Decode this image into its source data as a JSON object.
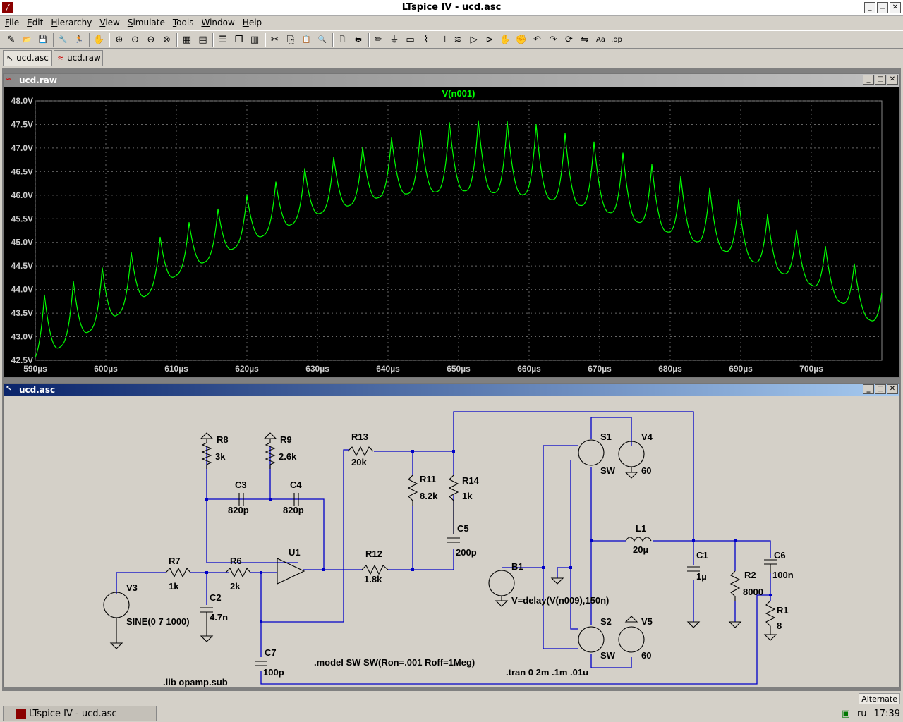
{
  "app": {
    "title": "LTspice IV - ucd.asc"
  },
  "menu": [
    "File",
    "Edit",
    "Hierarchy",
    "View",
    "Simulate",
    "Tools",
    "Window",
    "Help"
  ],
  "toolbar_icons": [
    "new-schematic-icon",
    "open-icon",
    "save-icon",
    "control-panel-icon",
    "run-icon",
    "halt-icon",
    "zoom-in-icon",
    "zoom-to-fit-icon",
    "zoom-out-icon",
    "cancel-zoom-icon",
    "autorange-icon",
    "grid-icon",
    "tile-horizontal-icon",
    "cascade-icon",
    "tile-vertical-icon",
    "cut-icon",
    "copy-icon",
    "paste-icon",
    "find-icon",
    "print-preview-icon",
    "print-icon",
    "wire-icon",
    "ground-icon",
    "label-icon",
    "resistor-icon",
    "capacitor-icon",
    "inductor-icon",
    "diode-icon",
    "component-icon",
    "move-icon",
    "drag-icon",
    "undo-icon",
    "redo-icon",
    "rotate-icon",
    "mirror-icon",
    "text-icon",
    "spice-directive-icon"
  ],
  "tabs": [
    {
      "label": "ucd.asc",
      "active": true
    },
    {
      "label": "ucd.raw",
      "active": false
    }
  ],
  "waveform_window": {
    "title": "ucd.raw",
    "trace_label": "V(n001)",
    "trace_color": "#00ff00",
    "chart_data": {
      "type": "line",
      "title": "V(n001)",
      "x_ticks": [
        "590µs",
        "600µs",
        "610µs",
        "620µs",
        "630µs",
        "640µs",
        "650µs",
        "660µs",
        "670µs",
        "680µs",
        "690µs",
        "700µs"
      ],
      "y_ticks": [
        "48.0V",
        "47.5V",
        "47.0V",
        "46.5V",
        "46.0V",
        "45.5V",
        "45.0V",
        "44.5V",
        "44.0V",
        "43.5V",
        "43.0V",
        "42.5V"
      ],
      "xlim": [
        590,
        710
      ],
      "ylim": [
        42.5,
        48.0
      ],
      "grid": true,
      "series": [
        {
          "name": "V(n001)",
          "ripple_period_us": 4.1,
          "x_us": [
            590,
            600,
            610,
            620,
            630,
            640,
            650,
            660,
            670,
            680,
            690,
            700,
            710
          ],
          "peaks": [
            43.8,
            44.5,
            45.3,
            46.0,
            46.7,
            47.2,
            47.6,
            47.55,
            47.1,
            46.5,
            45.9,
            45.1,
            44.2
          ],
          "troughs": [
            42.5,
            43.3,
            44.3,
            45.0,
            45.6,
            46.0,
            46.1,
            46.0,
            45.7,
            45.2,
            44.7,
            44.1,
            43.2
          ]
        }
      ]
    }
  },
  "schematic_window": {
    "title": "ucd.asc",
    "labels": {
      "R8": "R8",
      "R8v": "3k",
      "R9": "R9",
      "R9v": "2.6k",
      "C3": "C3",
      "C3v": "820p",
      "C4": "C4",
      "C4v": "820p",
      "R13": "R13",
      "R13v": "20k",
      "R11": "R11",
      "R11v": "8.2k",
      "R14": "R14",
      "R14v": "1k",
      "C5": "C5",
      "C5v": "200p",
      "U1": "U1",
      "R7": "R7",
      "R7v": "1k",
      "R6": "R6",
      "R6v": "2k",
      "C2": "C2",
      "C2v": "4.7n",
      "R12": "R12",
      "R12v": "1.8k",
      "V3": "V3",
      "V3v": "SINE(0 7 1000)",
      "C7": "C7",
      "C7v": "100p",
      "S1": "S1",
      "S1v": "SW",
      "V4": "V4",
      "V4v": "60",
      "S2": "S2",
      "S2v": "SW",
      "V5": "V5",
      "V5v": "60",
      "B1": "B1",
      "B1v": "V=delay(V(n009),150n)",
      "L1": "L1",
      "L1v": "20µ",
      "C1": "C1",
      "C1v": "1µ",
      "R2": "R2",
      "R2v": "8000",
      "C6": "C6",
      "C6v": "100n",
      "R1": "R1",
      "R1v": "8",
      "model": ".model SW SW(Ron=.001 Roff=1Meg)",
      "tran": ".tran 0 2m .1m .01u",
      "lib": ".lib opamp.sub"
    }
  },
  "taskbar": {
    "item": "LTspice IV - ucd.asc",
    "lang": "ru",
    "clock": "17:39",
    "status": "Alternate"
  },
  "colors": {
    "wire": "#0000c8",
    "plot_bg": "#000000",
    "trace": "#00ff00",
    "schematic_bg": "#d4d0c8"
  }
}
